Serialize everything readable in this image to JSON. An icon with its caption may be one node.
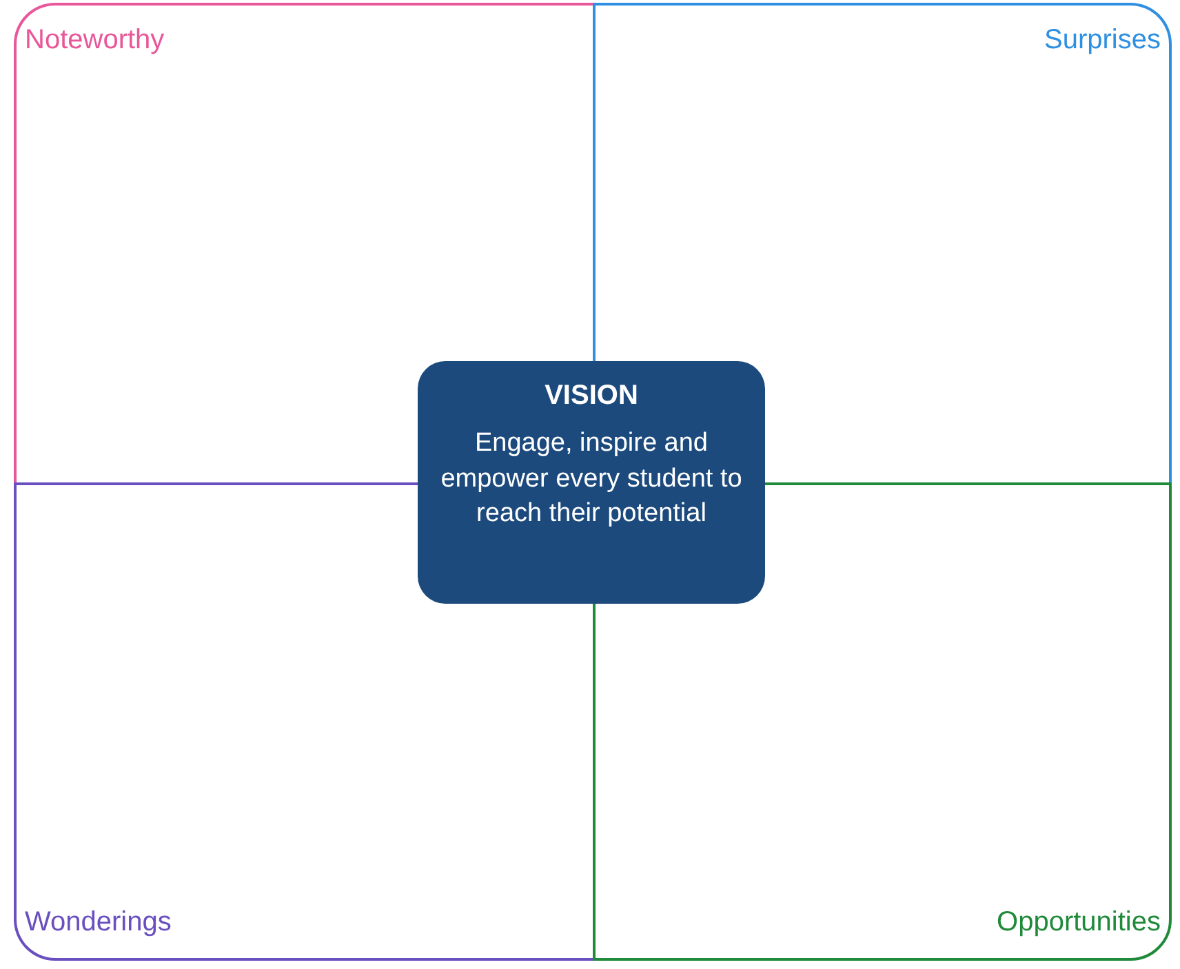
{
  "diagram": {
    "nodes": [
      {
        "text": [
          "Noteworthy"
        ]
      },
      {
        "text": [
          "Surprises"
        ]
      },
      {
        "text": [
          "Wonderings"
        ]
      },
      {
        "text": [
          "Opportunities"
        ]
      },
      {
        "text": [
          "VISION",
          "Engage, inspire and empower every student to reach their potential"
        ]
      }
    ]
  }
}
